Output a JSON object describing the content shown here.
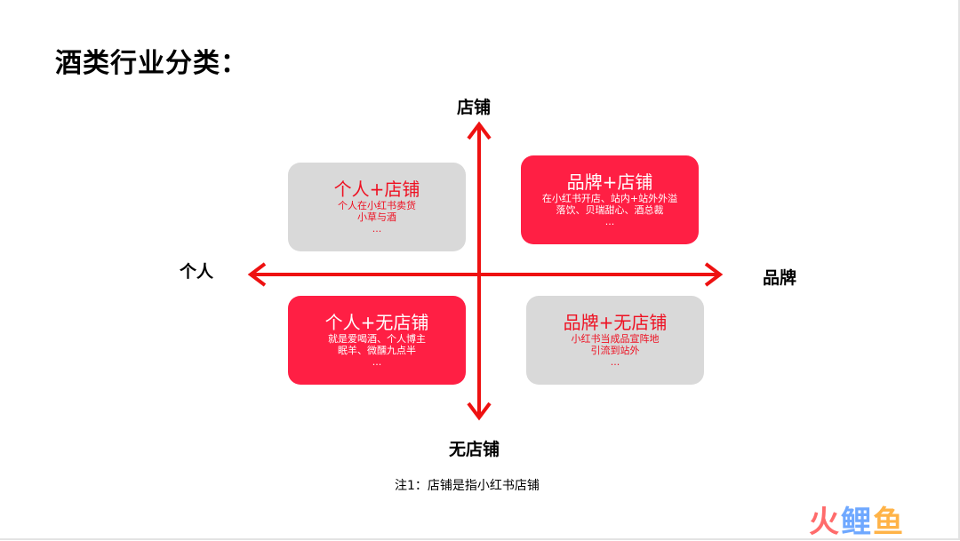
{
  "title": "酒类行业分类：",
  "axes": {
    "top": "店铺",
    "bottom": "无店铺",
    "left": "个人",
    "right": "品牌",
    "color": "#ee1111"
  },
  "quadrants": {
    "top_left": {
      "title": "个人+店铺",
      "lines": [
        "个人在小红书卖货",
        "小草与酒",
        "..."
      ],
      "style": "gray"
    },
    "top_right": {
      "title": "品牌+店铺",
      "lines": [
        "在小红书开店、站内+站外外溢",
        "落饮、贝瑞甜心、酒总裁",
        "..."
      ],
      "style": "red"
    },
    "bottom_left": {
      "title": "个人+无店铺",
      "lines": [
        "就是爱喝酒、个人博主",
        "眠羊、微醺九点半",
        "..."
      ],
      "style": "red"
    },
    "bottom_right": {
      "title": "品牌+无店铺",
      "lines": [
        "小红书当成品宣阵地",
        "引流到站外",
        "..."
      ],
      "style": "gray"
    }
  },
  "note": "注1：店铺是指小红书店铺",
  "watermark": [
    "火",
    "鲤",
    "鱼"
  ],
  "colors": {
    "accent_red": "#ff1f44",
    "gray_box": "#d9d9d9",
    "gray_text": "#ee1122"
  }
}
